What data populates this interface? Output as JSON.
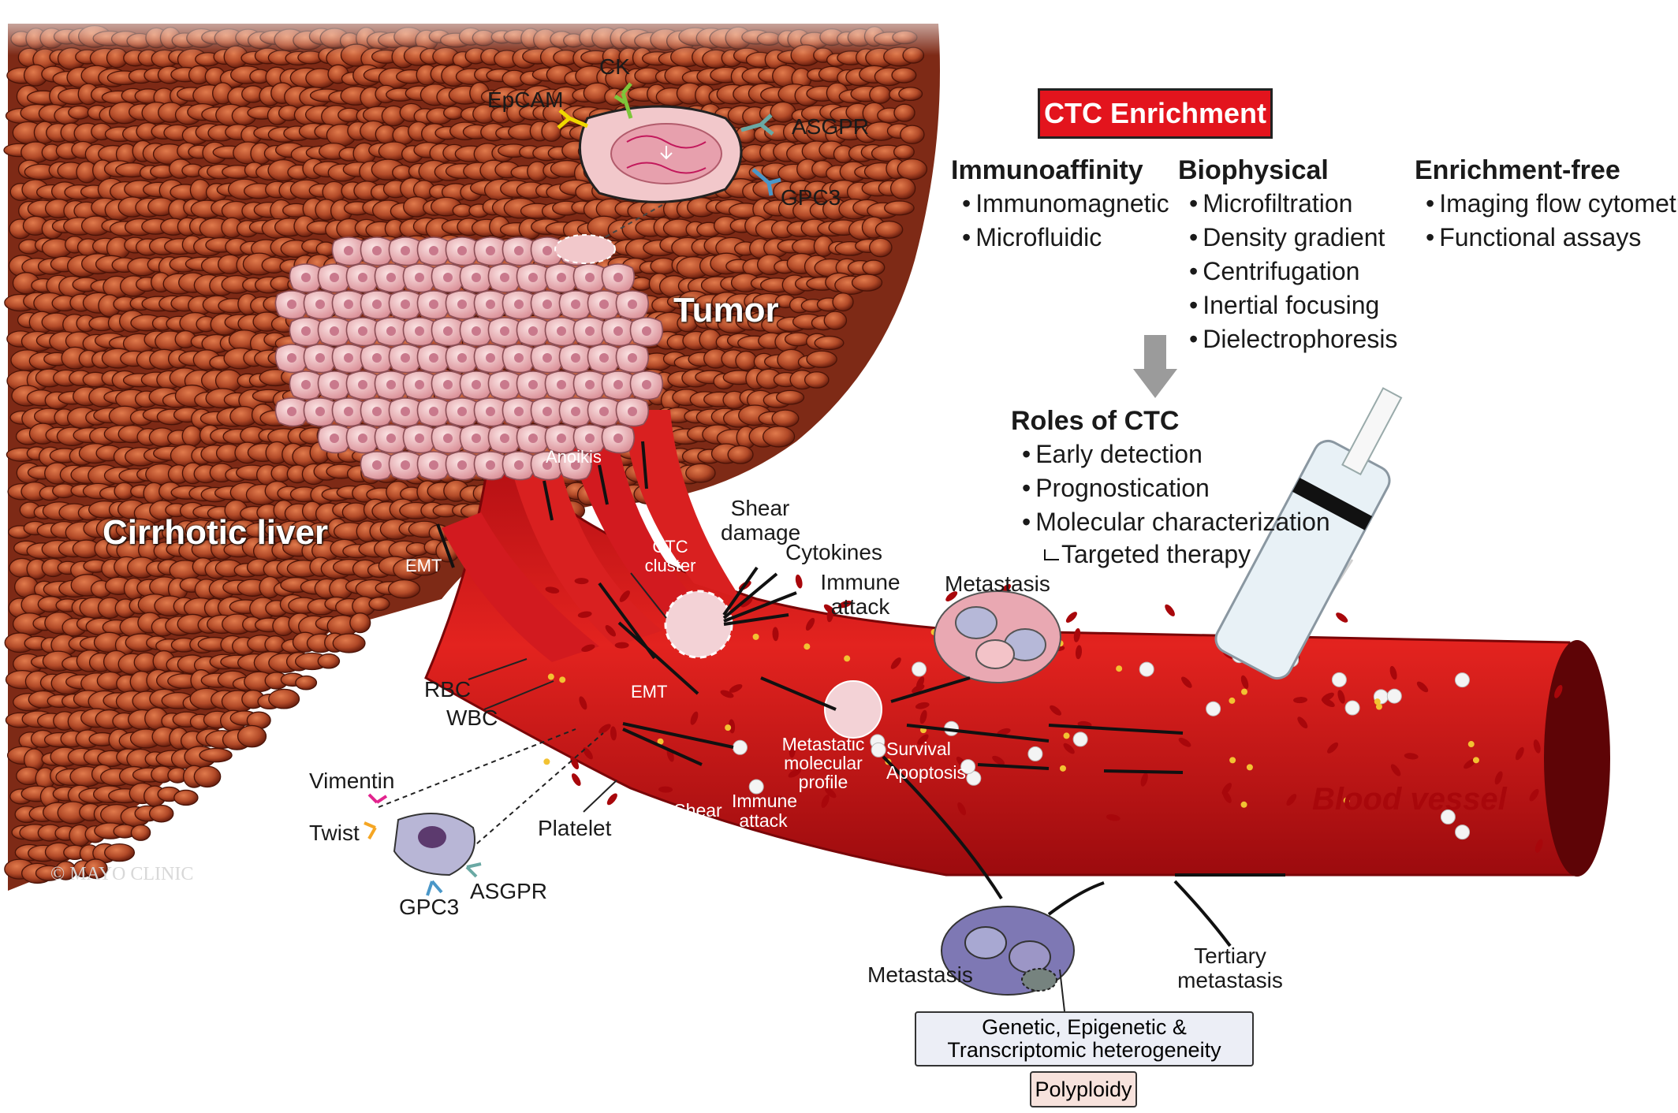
{
  "colors": {
    "liver": "#7e2a16",
    "vessel": "#d7191f",
    "vessel_dark": "#9f0c10",
    "tumor_cell": "#f0c4c6",
    "enrichment_box": "#e3141d",
    "gen_box": "#eceef6",
    "poly_box": "#f7e2dc"
  },
  "labels": {
    "cirrhotic_liver": "Cirrhotic liver",
    "tumor": "Tumor",
    "ck": "CK",
    "epcam": "EpCAM",
    "asgpr_top": "ASGPR",
    "gpc3_top": "GPC3",
    "anoikis": "Anoikis",
    "emt_1": "EMT",
    "emt_2": "EMT",
    "ctc_cluster": "CTC cluster",
    "shear_damage": "Shear damage",
    "cytokines": "Cytokines",
    "immune_attack_top": "Immune attack",
    "metastasis_top": "Metastasis",
    "rbc": "RBC",
    "wbc": "WBC",
    "vimentin": "Vimentin",
    "twist": "Twist",
    "gpc3_bottom": "GPC3",
    "asgpr_bottom": "ASGPR",
    "platelet": "Platelet",
    "shear_stress": "Shear stress",
    "immune_attack_bottom": "Immune attack",
    "metastatic_profile": "Metastatic molecular profile",
    "survival": "Survival",
    "apoptosis": "Apoptosis",
    "blood_vessel": "Blood vessel",
    "metastasis_bottom": "Metastasis",
    "tertiary_metastasis": "Tertiary metastasis",
    "copyright": "© MAYO CLINIC"
  },
  "enrichment": {
    "title": "CTC Enrichment",
    "columns": [
      {
        "heading": "Immunoaffinity",
        "items": [
          "Immunomagnetic",
          "Microfluidic"
        ]
      },
      {
        "heading": "Biophysical",
        "items": [
          "Microfiltration",
          "Density gradient",
          "Centrifugation",
          "Inertial focusing",
          "Dielectrophoresis"
        ]
      },
      {
        "heading": "Enrichment-free",
        "items": [
          "Imaging flow cytometry",
          "Functional assays"
        ]
      }
    ]
  },
  "roles": {
    "heading": "Roles of CTC",
    "items": [
      "Early detection",
      "Prognostication",
      "Molecular characterization"
    ],
    "sub": "Targeted therapy"
  },
  "heterogeneity": {
    "box": "Genetic, Epigenetic & Transcriptomic heterogeneity",
    "polyploidy": "Polyploidy"
  }
}
